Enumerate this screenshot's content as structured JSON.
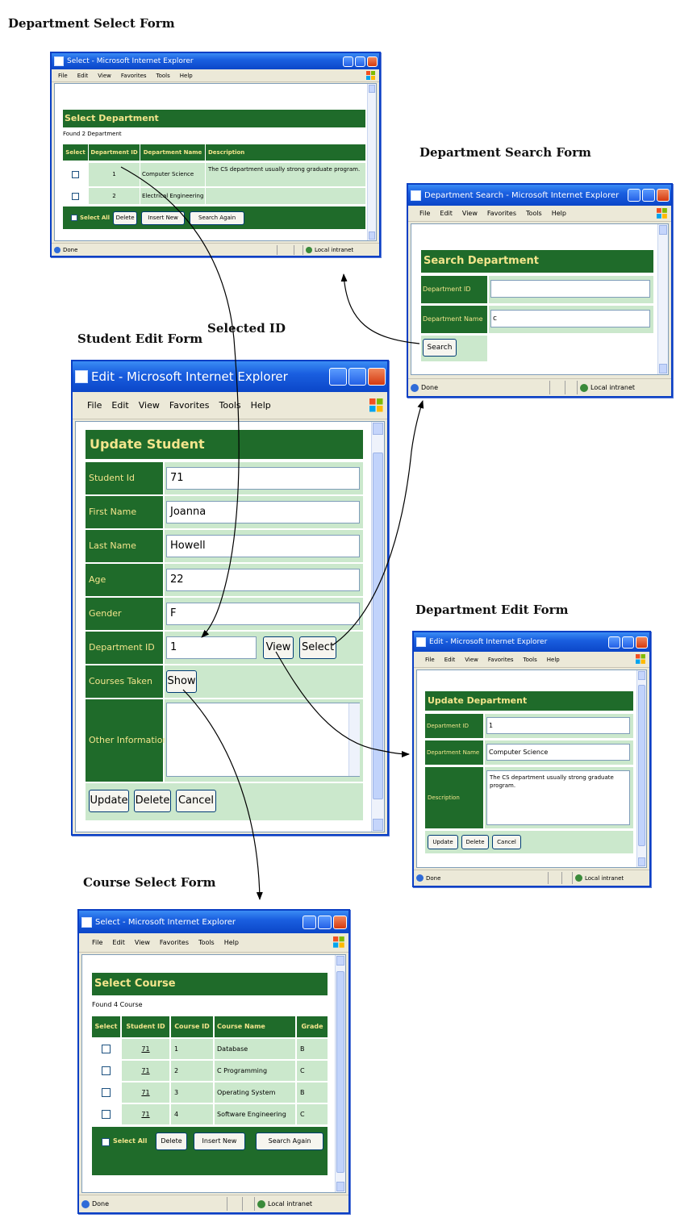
{
  "captions": {
    "dept_select": "Department Select Form",
    "dept_search": "Department Search Form",
    "student_edit": "Student Edit Form",
    "selected_id": "Selected ID",
    "dept_edit": "Department Edit Form",
    "course_select": "Course Select Form"
  },
  "dept_select": {
    "window_title": "Select - Microsoft Internet Explorer",
    "menu": [
      "File",
      "Edit",
      "View",
      "Favorites",
      "Tools",
      "Help"
    ],
    "heading": "Select Department",
    "found_text": "Found 2 Department",
    "columns": [
      "Select",
      "Department ID",
      "Department Name",
      "Description"
    ],
    "rows": [
      {
        "id": "1",
        "name": "Computer Science",
        "desc": "The CS department usually strong graduate program."
      },
      {
        "id": "2",
        "name": "Electrical Engineering",
        "desc": ""
      }
    ],
    "select_all": "Select All",
    "buttons": {
      "delete": "Delete",
      "insert": "Insert New",
      "search": "Search Again"
    },
    "status": {
      "left": "Done",
      "zone": "Local intranet"
    }
  },
  "dept_search": {
    "window_title": "Department Search - Microsoft Internet Explorer",
    "menu": [
      "File",
      "Edit",
      "View",
      "Favorites",
      "Tools",
      "Help"
    ],
    "heading": "Search Department",
    "label_id": "Department ID",
    "label_name": "Department Name",
    "value_id": "",
    "value_name": "c",
    "search_button": "Search",
    "status": {
      "left": "Done",
      "zone": "Local intranet"
    }
  },
  "student_edit": {
    "window_title": "Edit - Microsoft Internet Explorer",
    "menu": [
      "File",
      "Edit",
      "View",
      "Favorites",
      "Tools",
      "Help"
    ],
    "heading": "Update Student",
    "fields": [
      {
        "label": "Student Id",
        "value": "71"
      },
      {
        "label": "First Name",
        "value": "Joanna"
      },
      {
        "label": "Last Name",
        "value": "Howell"
      },
      {
        "label": "Age",
        "value": "22"
      },
      {
        "label": "Gender",
        "value": "F"
      }
    ],
    "dept_label": "Department ID",
    "dept_value": "1",
    "view_button": "View",
    "select_button": "Select",
    "courses_label": "Courses Taken",
    "show_button": "Show",
    "other_label": "Other Information",
    "other_value": "",
    "buttons": {
      "update": "Update",
      "delete": "Delete",
      "cancel": "Cancel"
    }
  },
  "dept_edit": {
    "window_title": "Edit - Microsoft Internet Explorer",
    "menu": [
      "File",
      "Edit",
      "View",
      "Favorites",
      "Tools",
      "Help"
    ],
    "heading": "Update Department",
    "label_id": "Department ID",
    "label_name": "Department Name",
    "label_desc": "Description",
    "value_id": "1",
    "value_name": "Computer Science",
    "value_desc": "The CS department usually strong graduate program.",
    "buttons": {
      "update": "Update",
      "delete": "Delete",
      "cancel": "Cancel"
    },
    "status": {
      "left": "Done",
      "zone": "Local intranet"
    }
  },
  "course_select": {
    "window_title": "Select - Microsoft Internet Explorer",
    "menu": [
      "File",
      "Edit",
      "View",
      "Favorites",
      "Tools",
      "Help"
    ],
    "heading": "Select Course",
    "found_text": "Found 4 Course",
    "columns": [
      "Select",
      "Student ID",
      "Course ID",
      "Course Name",
      "Grade"
    ],
    "rows": [
      {
        "student": "71",
        "course": "1",
        "name": "Database",
        "grade": "B"
      },
      {
        "student": "71",
        "course": "2",
        "name": "C Programming",
        "grade": "C"
      },
      {
        "student": "71",
        "course": "3",
        "name": "Operating System",
        "grade": "B"
      },
      {
        "student": "71",
        "course": "4",
        "name": "Software Engineering",
        "grade": "C"
      }
    ],
    "select_all": "Select All",
    "buttons": {
      "delete": "Delete",
      "insert": "Insert New",
      "search": "Search Again"
    },
    "status": {
      "left": "Done",
      "zone": "Local intranet"
    }
  }
}
